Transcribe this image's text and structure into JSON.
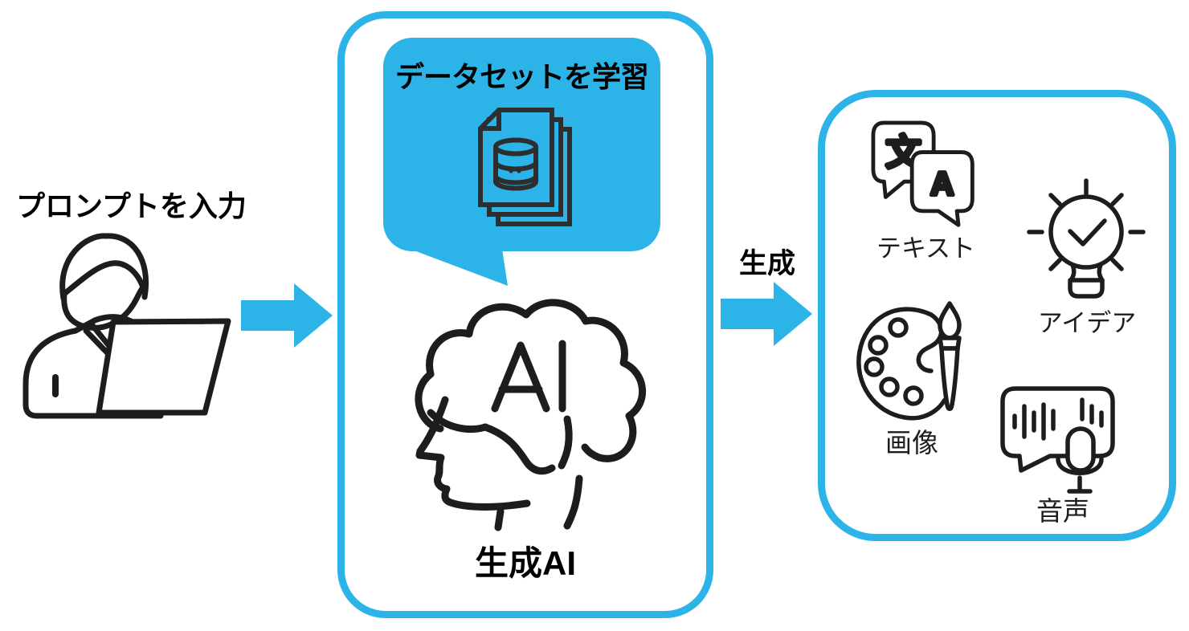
{
  "colors": {
    "accent": "#2CB3E8",
    "ink": "#1D1D1D",
    "text": "#000000"
  },
  "input": {
    "label": "プロンプトを入力",
    "icon": "person-typing-laptop-icon"
  },
  "flow": {
    "input_arrow_icon": "right-arrow-icon",
    "generate_label": "生成",
    "generate_arrow_icon": "right-arrow-icon"
  },
  "ai_box": {
    "bubble_label": "データセットを学習",
    "bubble_icon": "dataset-documents-database-icon",
    "core_icon": "ai-brain-head-icon",
    "core_icon_text": "AI",
    "core_label": "生成AI"
  },
  "output_box": {
    "items": [
      {
        "id": "text",
        "label": "テキスト",
        "icon": "translate-chat-bubbles-icon",
        "glyph_left": "文",
        "glyph_right": "A"
      },
      {
        "id": "idea",
        "label": "アイデア",
        "icon": "idea-lightbulb-check-icon"
      },
      {
        "id": "image",
        "label": "画像",
        "icon": "palette-brush-icon"
      },
      {
        "id": "audio",
        "label": "音声",
        "icon": "voice-mic-speech-bubble-icon"
      }
    ]
  }
}
